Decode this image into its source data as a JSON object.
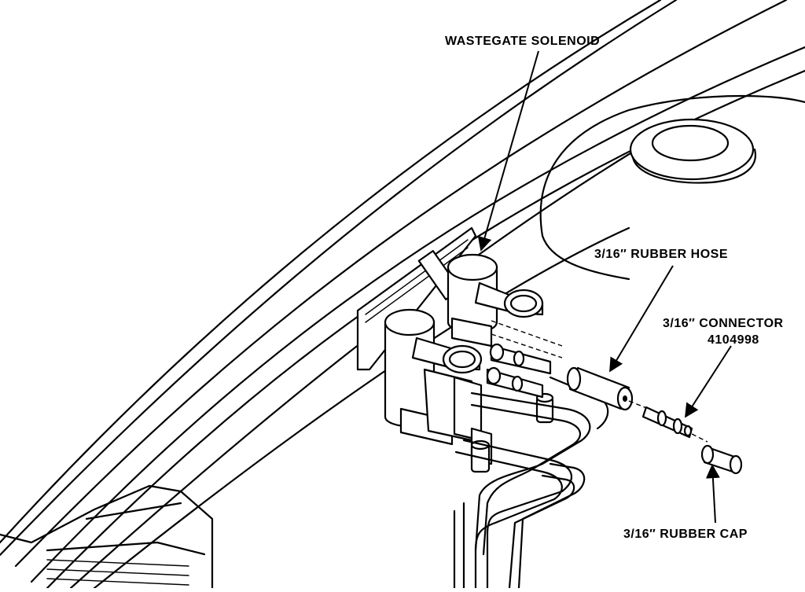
{
  "labels": {
    "wastegate_solenoid": "WASTEGATE SOLENOID",
    "rubber_hose": "3/16″ RUBBER HOSE",
    "connector_line1": "3/16″ CONNECTOR",
    "connector_line2": "4104998",
    "rubber_cap": "3/16″ RUBBER CAP"
  }
}
